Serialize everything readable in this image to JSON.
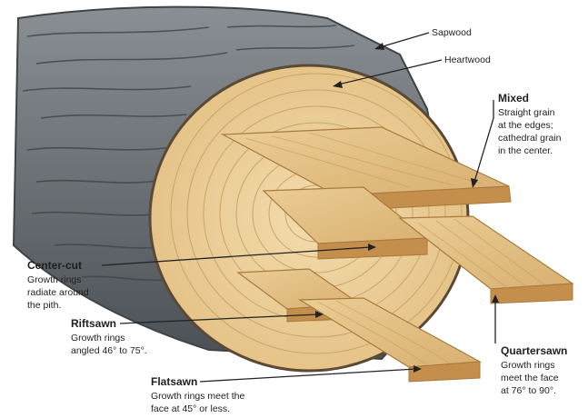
{
  "labels": {
    "sapwood": "Sapwood",
    "heartwood": "Heartwood",
    "mixed": {
      "title": "Mixed",
      "lines": [
        "Straight grain",
        "at the edges;",
        "cathedral grain",
        "in the center."
      ]
    },
    "center_cut": {
      "title": "Center-cut",
      "lines": [
        "Growth rings",
        "radiate around",
        "the pith."
      ]
    },
    "riftsawn": {
      "title": "Riftsawn",
      "lines": [
        "Growth rings",
        "angled 46° to 75°."
      ]
    },
    "quartersawn": {
      "title": "Quartersawn",
      "lines": [
        "Growth rings",
        "meet the face",
        "at 76° to 90°."
      ]
    },
    "flatsawn": {
      "title": "Flatsawn",
      "lines": [
        "Growth rings meet the",
        "face at 45° or less."
      ]
    }
  },
  "colors": {
    "bark": "#6e7378",
    "bark_dark": "#3f4448",
    "end_grain": "#eccf9a",
    "ring": "#c9a468",
    "board_face": "#e2bf83",
    "board_edge": "#c48f4d"
  }
}
